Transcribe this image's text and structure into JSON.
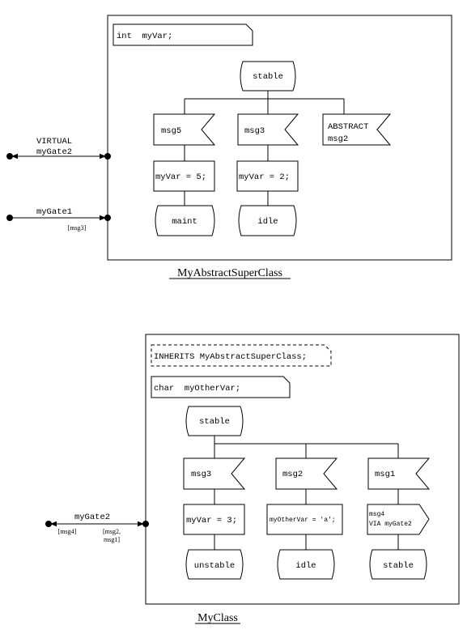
{
  "top": {
    "class_name": "MyAbstractSuperClass",
    "declaration": "int  myVar;",
    "start_state": "stable",
    "transitions": [
      {
        "input": "msg5",
        "task": "myVar = 5;",
        "next_state": "maint"
      },
      {
        "input": "msg3",
        "task": "myVar = 2;",
        "next_state": "idle"
      },
      {
        "input_line1": "ABSTRACT",
        "input_line2": "msg2"
      }
    ],
    "gates": [
      {
        "label_line1": "VIRTUAL",
        "label_line2": "myGate2"
      },
      {
        "label": "myGate1",
        "signals": "[msg3]"
      }
    ]
  },
  "bottom": {
    "class_name": "MyClass",
    "inherits": "INHERITS MyAbstractSuperClass;",
    "declaration": "char  myOtherVar;",
    "start_state": "stable",
    "transitions": [
      {
        "input": "msg3",
        "task": "myVar = 3;",
        "next_state": "unstable"
      },
      {
        "input": "msg2",
        "task": "myOtherVar = 'a';",
        "next_state": "idle"
      },
      {
        "input": "msg1",
        "output_line1": "msg4",
        "output_line2": "VIA myGate2",
        "next_state": "stable"
      }
    ],
    "gate": {
      "label": "myGate2",
      "signals_in": "[msg4]",
      "signals_out_line1": "[msg2,",
      "signals_out_line2": "msg1]"
    }
  }
}
